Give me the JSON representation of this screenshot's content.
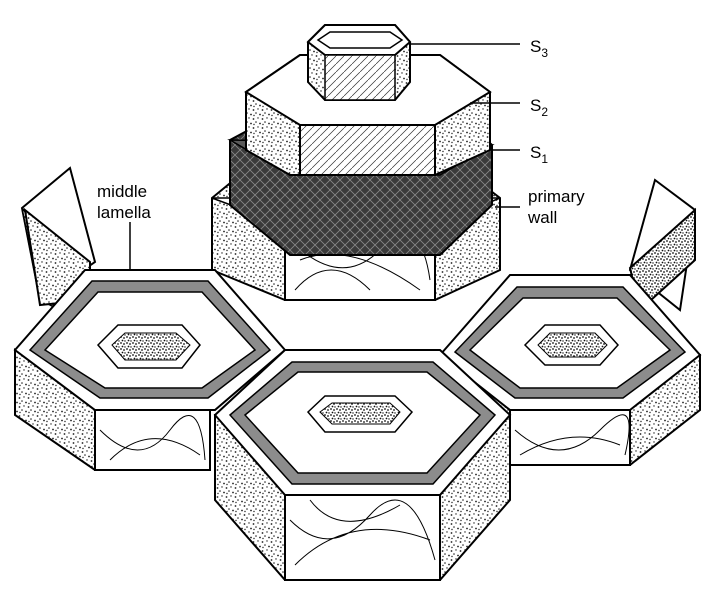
{
  "labels": {
    "s3": {
      "main": "S",
      "sub": "3"
    },
    "s2": {
      "main": "S",
      "sub": "2"
    },
    "s1": {
      "main": "S",
      "sub": "1"
    },
    "primary_wall": {
      "line1": "primary",
      "line2": "wall"
    },
    "middle_lamella": {
      "line1": "middle",
      "line2": "lamella"
    }
  },
  "colors": {
    "outline": "#000000",
    "paper": "#ffffff",
    "wall_band": "#8c8c8c",
    "s1_layer": "#3a3a3a",
    "stipple": "#222222"
  }
}
